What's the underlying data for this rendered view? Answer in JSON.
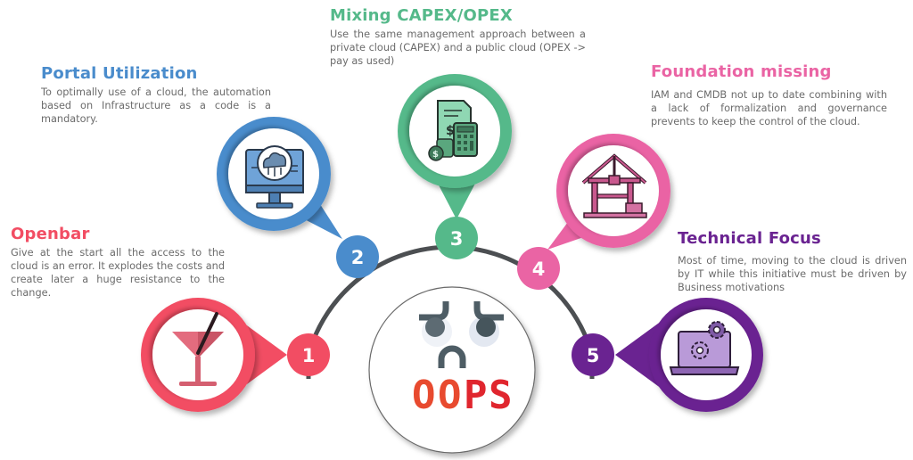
{
  "center": {
    "label": "OOPS",
    "letters": [
      "O",
      "O",
      "P",
      "S"
    ],
    "colors": {
      "letter_o": "#e84a2f",
      "letter_ps": "#e0262e",
      "face": "#4e5d65",
      "eye_shadow": "#eef1f6"
    }
  },
  "arc_color": "#4c4f52",
  "items": [
    {
      "number": "1",
      "title": "Openbar",
      "text": "Give at the start all the access to the cloud is an error. It explodes the costs and create later a huge resistance to the change.",
      "color": "#f24d63",
      "icon": "cocktail-glass-icon"
    },
    {
      "number": "2",
      "title": "Portal Utilization",
      "text": "To optimally use of a cloud, the automation based on Infrastructure as a code is a mandatory.",
      "color": "#4a8ccc",
      "icon": "cloud-computer-icon"
    },
    {
      "number": "3",
      "title": "Mixing CAPEX/OPEX",
      "text": "Use the same management approach between a private cloud (CAPEX) and a public cloud (OPEX -> pay as used)",
      "color": "#55b98a",
      "icon": "calculator-invoice-coins-icon"
    },
    {
      "number": "4",
      "title": "Foundation missing",
      "text": "IAM and CMDB not up to date combining with a lack of formalization and governance prevents to keep the control of the cloud.",
      "color": "#ea64a4",
      "icon": "construction-frame-icon"
    },
    {
      "number": "5",
      "title": "Technical Focus",
      "text": "Most of time, moving to the cloud is driven by IT while this initiative must be driven by Business motivations",
      "color": "#6a2391",
      "icon": "laptop-gears-icon"
    }
  ]
}
